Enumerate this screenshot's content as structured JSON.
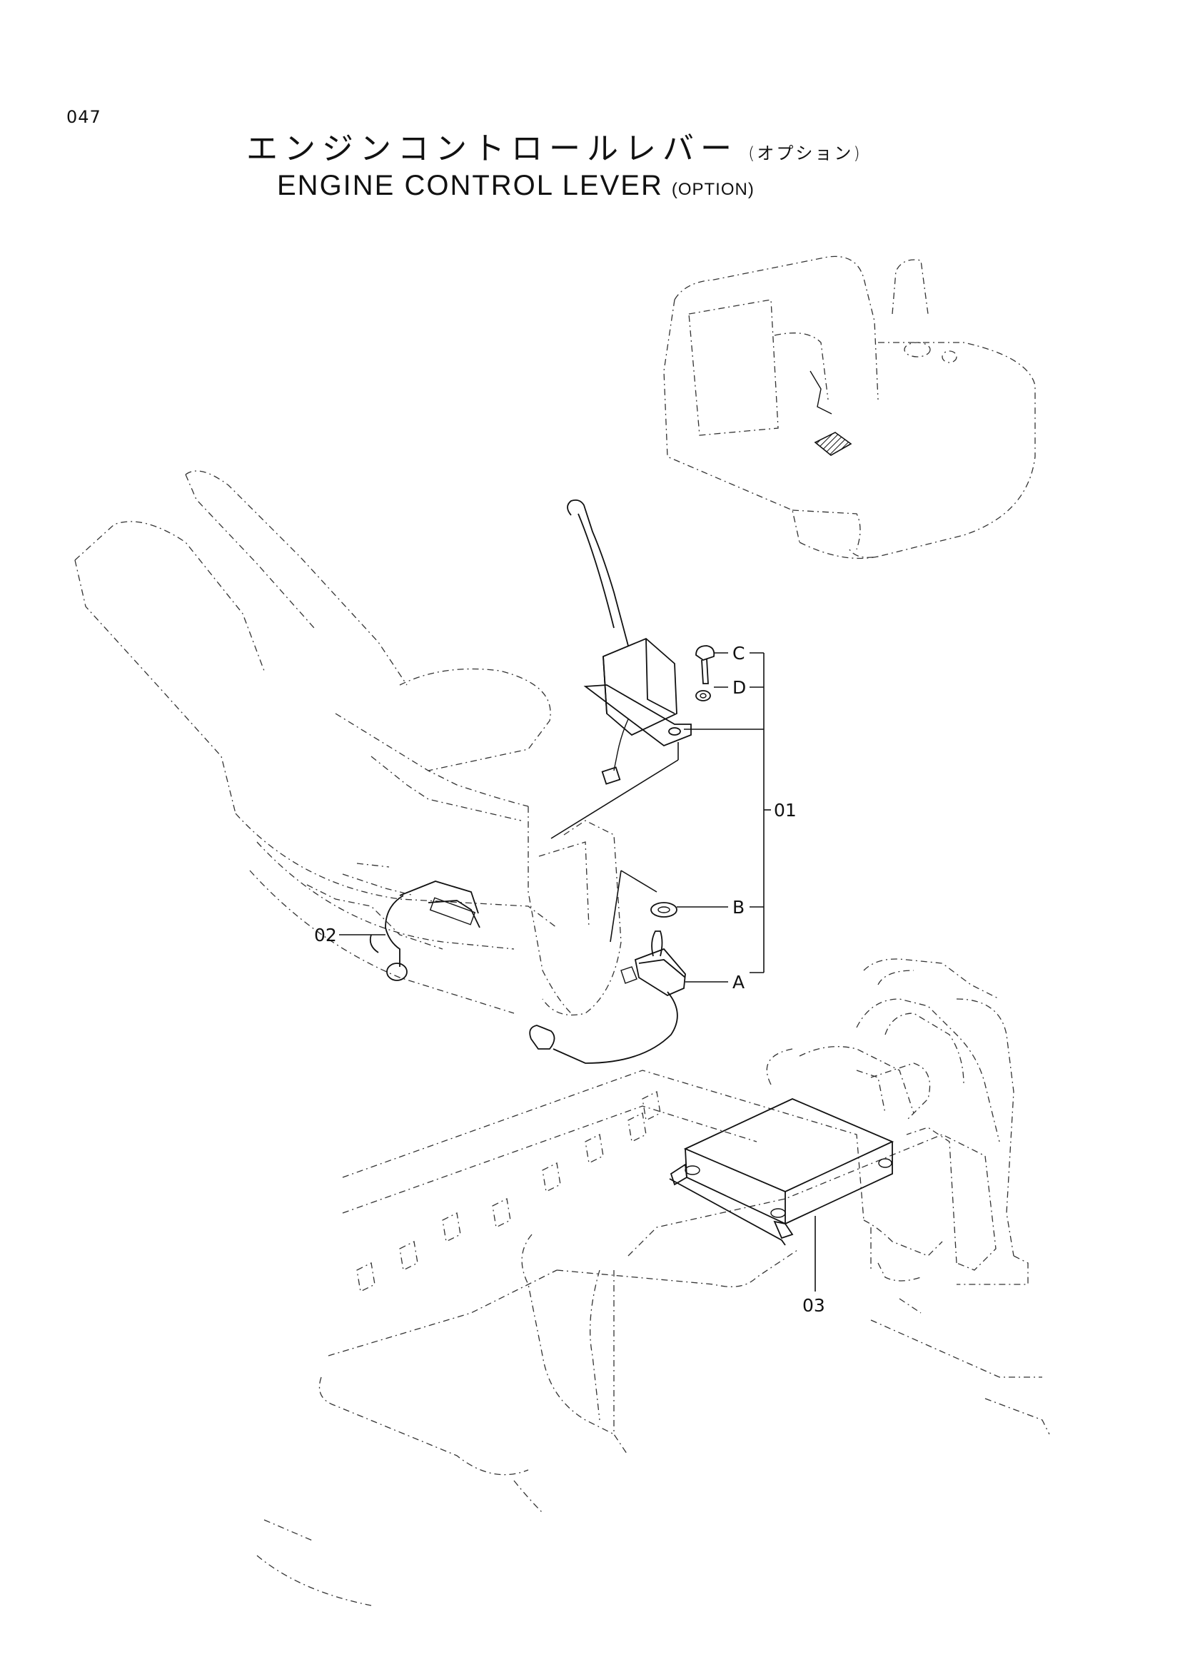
{
  "page_number": "047",
  "title": {
    "jp": "エンジンコントロールレバー",
    "jp_sub": "(オプション)",
    "en": "ENGINE CONTROL LEVER",
    "en_sub": "(OPTION)"
  },
  "callouts": {
    "a": "A",
    "b": "B",
    "c": "C",
    "d": "D",
    "p01": "01",
    "p02": "02",
    "p03": "03"
  }
}
